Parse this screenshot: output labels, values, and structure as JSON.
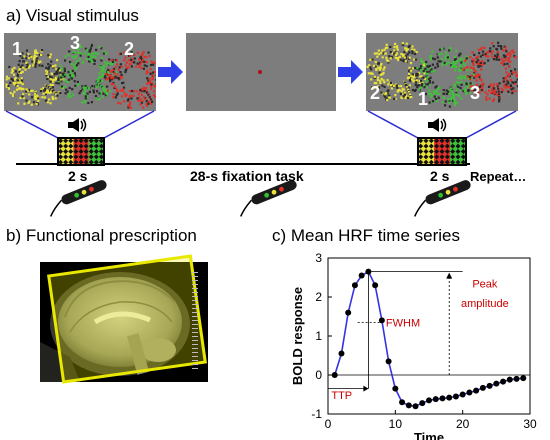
{
  "panel_a": {
    "title": "a) Visual stimulus",
    "left_screen_numbers": [
      "1",
      "3",
      "2"
    ],
    "right_screen_numbers": [
      "2",
      "1",
      "3"
    ],
    "stim_duration_left": "2 s",
    "fixation_label": "28-s fixation task",
    "stim_duration_right": "2 s",
    "repeat_label": "Repeat…",
    "colors": {
      "yellow": "#e8e23a",
      "green": "#3fc23a",
      "red": "#e0302a",
      "screen": "#7d7d7d",
      "arrow": "#2f3fe8",
      "frame_line": "#2a2ad0"
    },
    "icons": [
      "speaker-icon",
      "response-pad-icon"
    ]
  },
  "panel_b": {
    "title": "b) Functional prescription",
    "colors": {
      "slab": "#e8e800"
    }
  },
  "panel_c": {
    "title": "c) Mean HRF time series",
    "annotations": {
      "peak": [
        "Peak",
        "amplitude"
      ],
      "fwhm": "FWHM",
      "ttp": "TTP"
    },
    "annotation_color": "#cc0000"
  },
  "chart_data": {
    "type": "line",
    "xlabel": "Time",
    "ylabel": "BOLD response",
    "xlim": [
      0,
      30
    ],
    "ylim": [
      -1,
      3
    ],
    "xticks": [
      0,
      10,
      20,
      30
    ],
    "yticks": [
      -1,
      0,
      1,
      2,
      3
    ],
    "series": [
      {
        "x": [
          1,
          2,
          3,
          4,
          5,
          6,
          7,
          8,
          9,
          10,
          11,
          12,
          13,
          14,
          15,
          16,
          17,
          18,
          19,
          20,
          21,
          22,
          23,
          24,
          25,
          26,
          27,
          28,
          29
        ],
        "y": [
          0.0,
          0.55,
          1.6,
          2.3,
          2.55,
          2.65,
          2.3,
          1.4,
          0.35,
          -0.35,
          -0.7,
          -0.78,
          -0.8,
          -0.72,
          -0.65,
          -0.62,
          -0.6,
          -0.58,
          -0.55,
          -0.5,
          -0.45,
          -0.4,
          -0.33,
          -0.28,
          -0.22,
          -0.17,
          -0.12,
          -0.1,
          -0.08
        ]
      }
    ],
    "grid": false
  }
}
